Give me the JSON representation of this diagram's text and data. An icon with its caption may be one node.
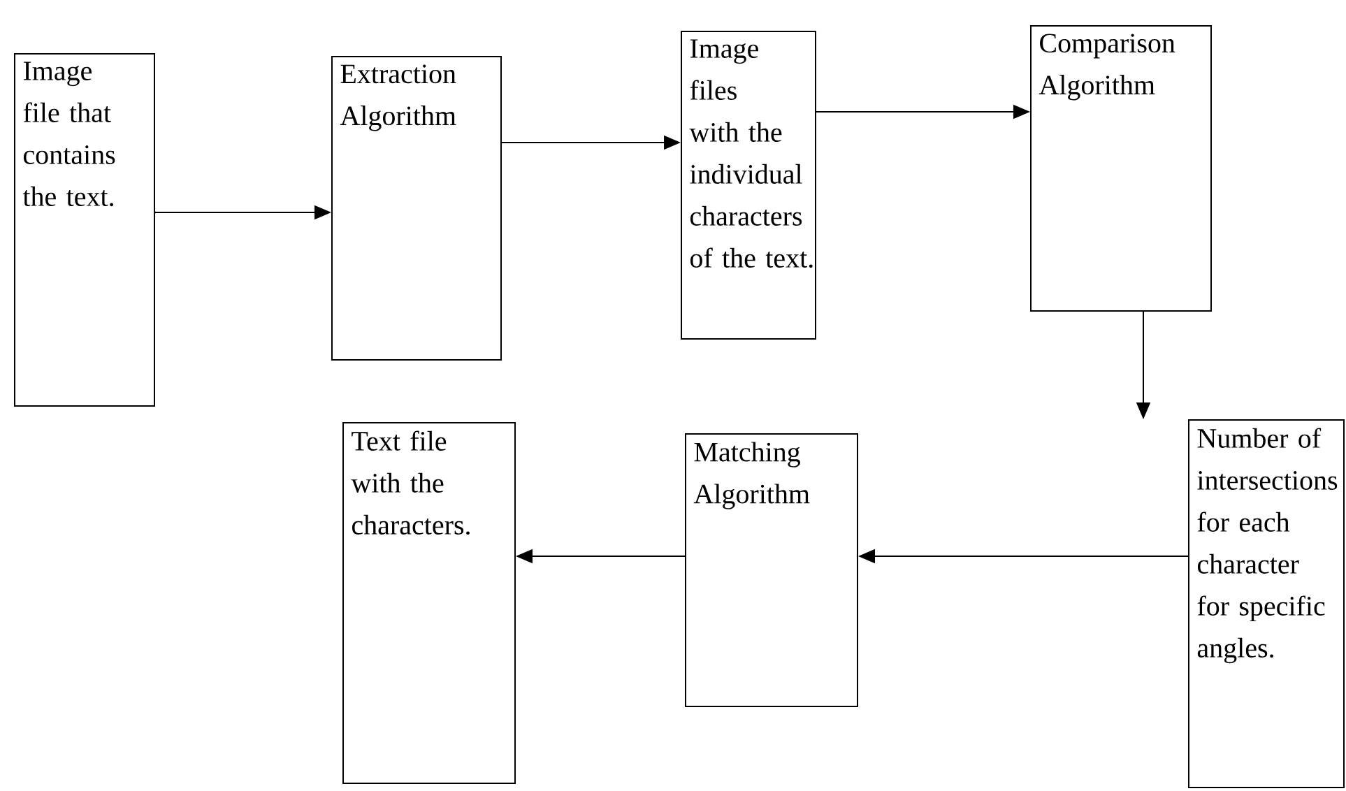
{
  "diagram": {
    "nodes": [
      {
        "text": [
          "Image file that contains the text."
        ]
      },
      {
        "text": [
          "Extraction Algorithm"
        ]
      },
      {
        "text": [
          "Image files with the individual characters of the text."
        ]
      },
      {
        "text": [
          "Comparison Algorithm"
        ]
      },
      {
        "text": [
          "Number of intersections for each character for specific angles."
        ]
      },
      {
        "text": [
          "Matching Algorithm"
        ]
      },
      {
        "text": [
          "Text file with the characters."
        ]
      }
    ],
    "edges": [
      {
        "from": 0,
        "to": 1,
        "arrow": "to"
      },
      {
        "from": 1,
        "to": 2,
        "arrow": "to"
      },
      {
        "from": 2,
        "to": 3,
        "arrow": "to"
      },
      {
        "from": 3,
        "to": 4,
        "arrow": "to"
      },
      {
        "from": 4,
        "to": 5,
        "arrow": "to"
      },
      {
        "from": 5,
        "to": 6,
        "arrow": "to"
      }
    ]
  }
}
